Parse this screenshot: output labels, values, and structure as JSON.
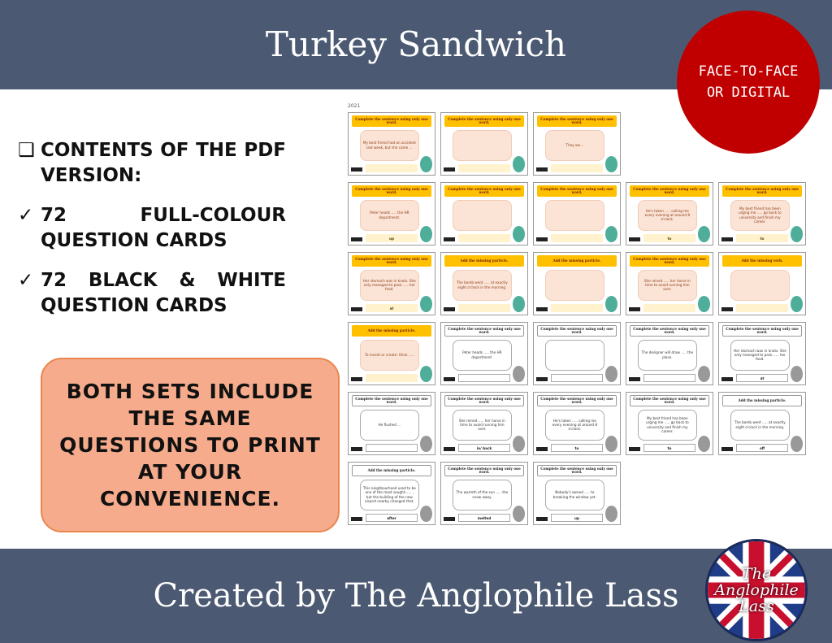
{
  "header": {
    "title": "Turkey Sandwich"
  },
  "badge": {
    "text": "FACE-TO-FACE OR DIGITAL",
    "color": "#c00000"
  },
  "contents": {
    "heading_marker": "❑",
    "heading": "CONTENTS OF THE PDF VERSION:",
    "items": [
      {
        "marker": "✓",
        "text": "72 FULL-COLOUR QUESTION CARDS"
      },
      {
        "marker": "✓",
        "text": "72 BLACK & WHITE QUESTION CARDS"
      }
    ]
  },
  "callout": {
    "text": "BOTH SETS INCLUDE THE SAME QUESTIONS TO PRINT AT YOUR CONVENIENCE.",
    "color": "#f6ac8c"
  },
  "footer": {
    "text": "Created by The Anglophile Lass"
  },
  "logo": {
    "text": "The Anglophile Lass"
  },
  "page_year": "2021",
  "cards": [
    {
      "style": "color",
      "heading": "Complete the sentence using only one word.",
      "text": "My best friend had an accident last week, but she came ...",
      "answer": ""
    },
    {
      "style": "color",
      "heading": "Complete the sentence using only one word.",
      "text": "",
      "answer": ""
    },
    {
      "style": "color",
      "heading": "Complete the sentence using only one word.",
      "text": "They we...",
      "answer": ""
    },
    {
      "style": "color",
      "heading": "Complete the sentence using only one word.",
      "text": "Peter heads ..... the HR department.",
      "answer": "up"
    },
    {
      "style": "color",
      "heading": "Complete the sentence using only one word.",
      "text": "",
      "answer": ""
    },
    {
      "style": "color",
      "heading": "Complete the sentence using only one word.",
      "text": "",
      "answer": ""
    },
    {
      "style": "color",
      "heading": "Complete the sentence using only one word.",
      "text": "He's taken ..... calling me every evening at around 8 o'clock.",
      "answer": "to"
    },
    {
      "style": "color",
      "heading": "Complete the sentence using only one word.",
      "text": "My best friend has been urging me ..... go back to university and finish my career.",
      "answer": "to"
    },
    {
      "style": "color",
      "heading": "Complete the sentence using only one word.",
      "text": "Her stomach was in knots. She only managed to pack ..... her food.",
      "answer": "at"
    },
    {
      "style": "color",
      "heading": "Add the missing particle.",
      "text": "The bomb went ..... at exactly eight o'clock in the morning.",
      "answer": ""
    },
    {
      "style": "color",
      "heading": "Add the missing particle.",
      "text": "",
      "answer": ""
    },
    {
      "style": "color",
      "heading": "Complete the sentence using only one word.",
      "text": "She reined ..... her horse in time to avoid running him over.",
      "answer": ""
    },
    {
      "style": "color",
      "heading": "Add the missing verb.",
      "text": "",
      "answer": ""
    },
    {
      "style": "color",
      "heading": "Add the missing particle.",
      "text": "To invent or create: think .....",
      "answer": ""
    },
    {
      "style": "bw",
      "heading": "Complete the sentence using only one word.",
      "text": "Peter heads ..... the HR department.",
      "answer": ""
    },
    {
      "style": "bw",
      "heading": "Complete the sentence using only one word.",
      "text": "",
      "answer": ""
    },
    {
      "style": "bw",
      "heading": "Complete the sentence using only one word.",
      "text": "The designer will draw ..... the plans.",
      "answer": ""
    },
    {
      "style": "bw",
      "heading": "Complete the sentence using only one word.",
      "text": "Her stomach was in knots. She only managed to pack ..... her food.",
      "answer": "at"
    },
    {
      "style": "bw",
      "heading": "Complete the sentence using only one word.",
      "text": "He flushed ...",
      "answer": ""
    },
    {
      "style": "bw",
      "heading": "Complete the sentence using only one word.",
      "text": "She reined ..... her horse in time to avoid running him over.",
      "answer": "in/ back"
    },
    {
      "style": "bw",
      "heading": "Complete the sentence using only one word.",
      "text": "He's taken ..... calling me every evening at around 8 o'clock.",
      "answer": "to"
    },
    {
      "style": "bw",
      "heading": "Complete the sentence using only one word.",
      "text": "My best friend has been urging me ..... go back to university and finish my career.",
      "answer": "to"
    },
    {
      "style": "bw",
      "heading": "Add the missing particle.",
      "text": "The bomb went ..... at exactly eight o'clock in the morning.",
      "answer": "off"
    },
    {
      "style": "bw",
      "heading": "Add the missing particle.",
      "text": "This neighbourhood used to be one of the most sought-..... , but the building of the new airport nearby changed that.",
      "answer": "after"
    },
    {
      "style": "bw",
      "heading": "Complete the sentence using only one word.",
      "text": "The warmth of the sun ..... the snow away.",
      "answer": "melted"
    },
    {
      "style": "bw",
      "heading": "Complete the sentence using only one word.",
      "text": "Nobody's owned ..... to breaking the window yet.",
      "answer": "up"
    }
  ]
}
